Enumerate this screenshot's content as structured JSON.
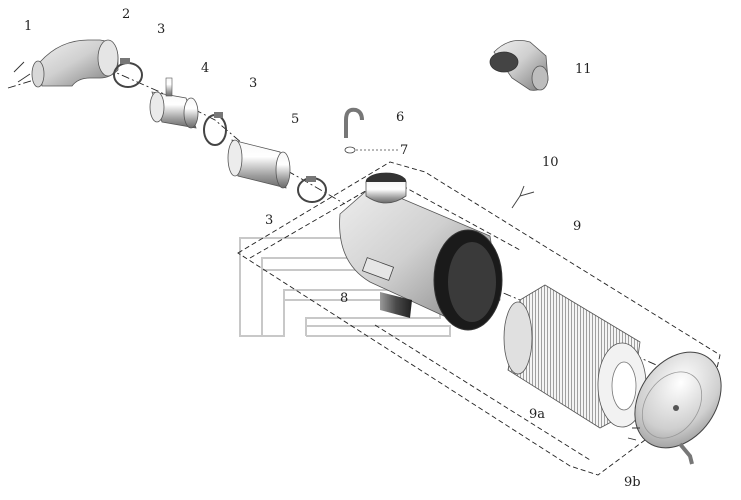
{
  "labels": {
    "l1": "1",
    "l2": "2",
    "l3a": "3",
    "l3b": "3",
    "l3c": "3",
    "l4": "4",
    "l5": "5",
    "l6": "6",
    "l7": "7",
    "l8": "8",
    "l9": "9",
    "l9a": "9a",
    "l9b": "9b",
    "l10": "10",
    "l11": "11"
  }
}
